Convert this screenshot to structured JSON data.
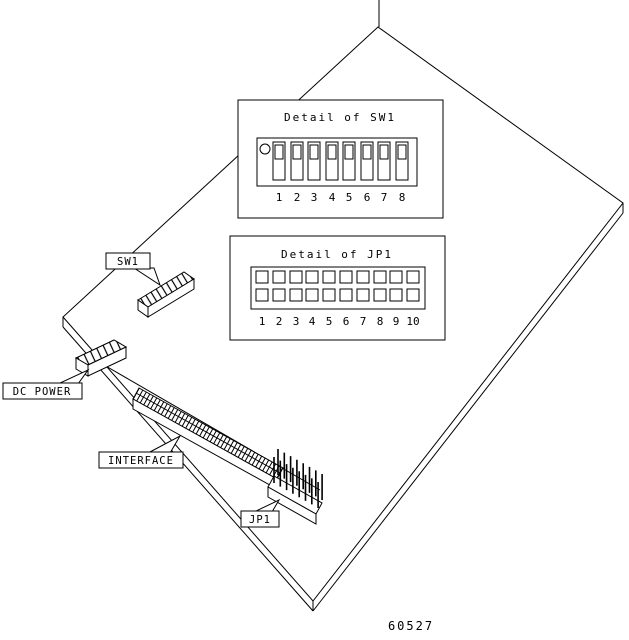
{
  "figure": {
    "number": "60527"
  },
  "insets": {
    "sw1": {
      "title": "Detail of SW1",
      "pins": [
        "1",
        "2",
        "3",
        "4",
        "5",
        "6",
        "7",
        "8"
      ]
    },
    "jp1": {
      "title": "Detail of JP1",
      "pins": [
        "1",
        "2",
        "3",
        "4",
        "5",
        "6",
        "7",
        "8",
        "9",
        "10"
      ]
    }
  },
  "callouts": {
    "sw1": "SW1",
    "dc_power": "DC POWER",
    "interface": "INTERFACE",
    "jp1": "JP1"
  },
  "colors": {
    "line": "#000000",
    "background": "#ffffff"
  }
}
